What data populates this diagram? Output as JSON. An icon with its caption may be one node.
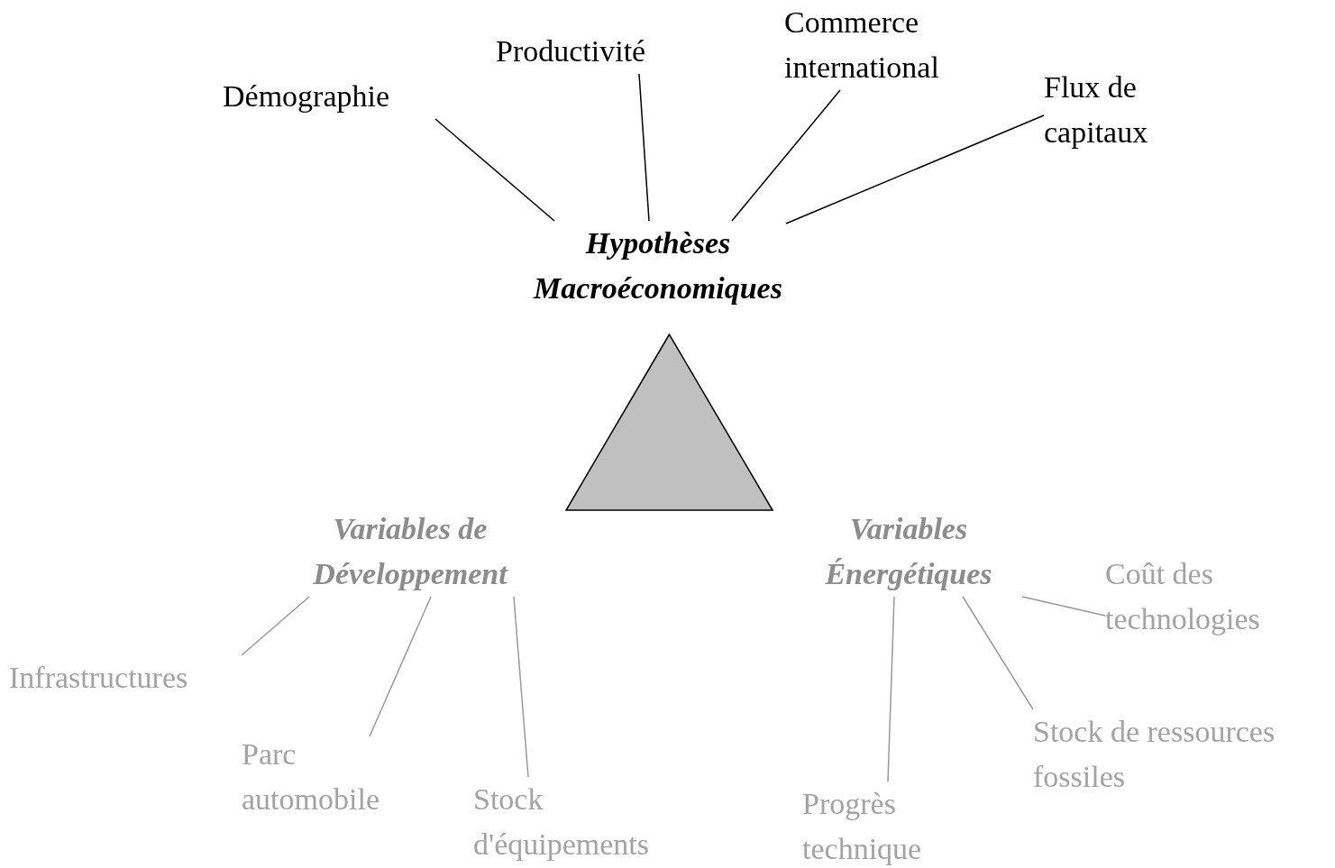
{
  "diagram": {
    "nodes": [
      {
        "text": [
          "Démographie"
        ]
      },
      {
        "text": [
          "Productivité"
        ]
      },
      {
        "text": [
          "Commerce international"
        ]
      },
      {
        "text": [
          "Flux de capitaux"
        ]
      },
      {
        "text": [
          "Hypothèses Macroéconomiques"
        ]
      },
      {
        "text": [],
        "shape": "triangle"
      },
      {
        "text": [
          "Variables de Développement"
        ]
      },
      {
        "text": [
          "Variables Énergétiques"
        ]
      },
      {
        "text": [
          "Infrastructures"
        ]
      },
      {
        "text": [
          "Parc automobile"
        ]
      },
      {
        "text": [
          "Stock d'équipements"
        ]
      },
      {
        "text": [
          "Progrès technique"
        ]
      },
      {
        "text": [
          "Stock de ressources fossiles"
        ]
      },
      {
        "text": [
          "Coût des technologies"
        ]
      }
    ],
    "edges": [
      {
        "from": 4,
        "to": 0,
        "arrow": "none",
        "color": "#000000"
      },
      {
        "from": 4,
        "to": 1,
        "arrow": "none",
        "color": "#000000"
      },
      {
        "from": 4,
        "to": 2,
        "arrow": "none",
        "color": "#000000"
      },
      {
        "from": 4,
        "to": 3,
        "arrow": "none",
        "color": "#000000"
      },
      {
        "from": 6,
        "to": 8,
        "arrow": "none"
      },
      {
        "from": 6,
        "to": 9,
        "arrow": "none"
      },
      {
        "from": 6,
        "to": 10,
        "arrow": "none"
      },
      {
        "from": 7,
        "to": 11,
        "arrow": "none"
      },
      {
        "from": 7,
        "to": 12,
        "arrow": "none"
      },
      {
        "from": 7,
        "to": 13,
        "arrow": "none"
      }
    ]
  }
}
